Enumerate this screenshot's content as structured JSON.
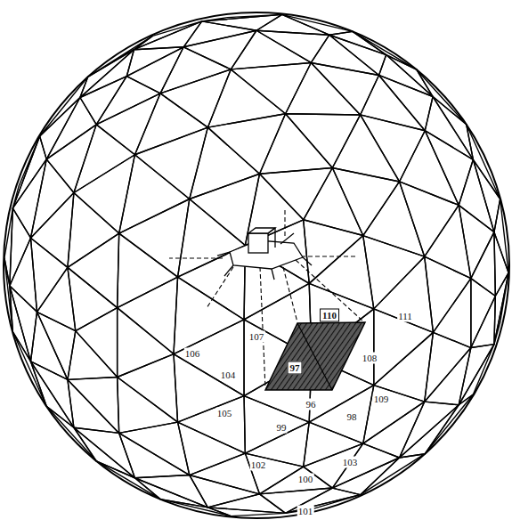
{
  "diagram": {
    "labels": [
      "111",
      "106",
      "107",
      "110",
      "104",
      "97",
      "108",
      "105",
      "109",
      "96",
      "98",
      "99",
      "102",
      "103",
      "100",
      "101"
    ]
  }
}
